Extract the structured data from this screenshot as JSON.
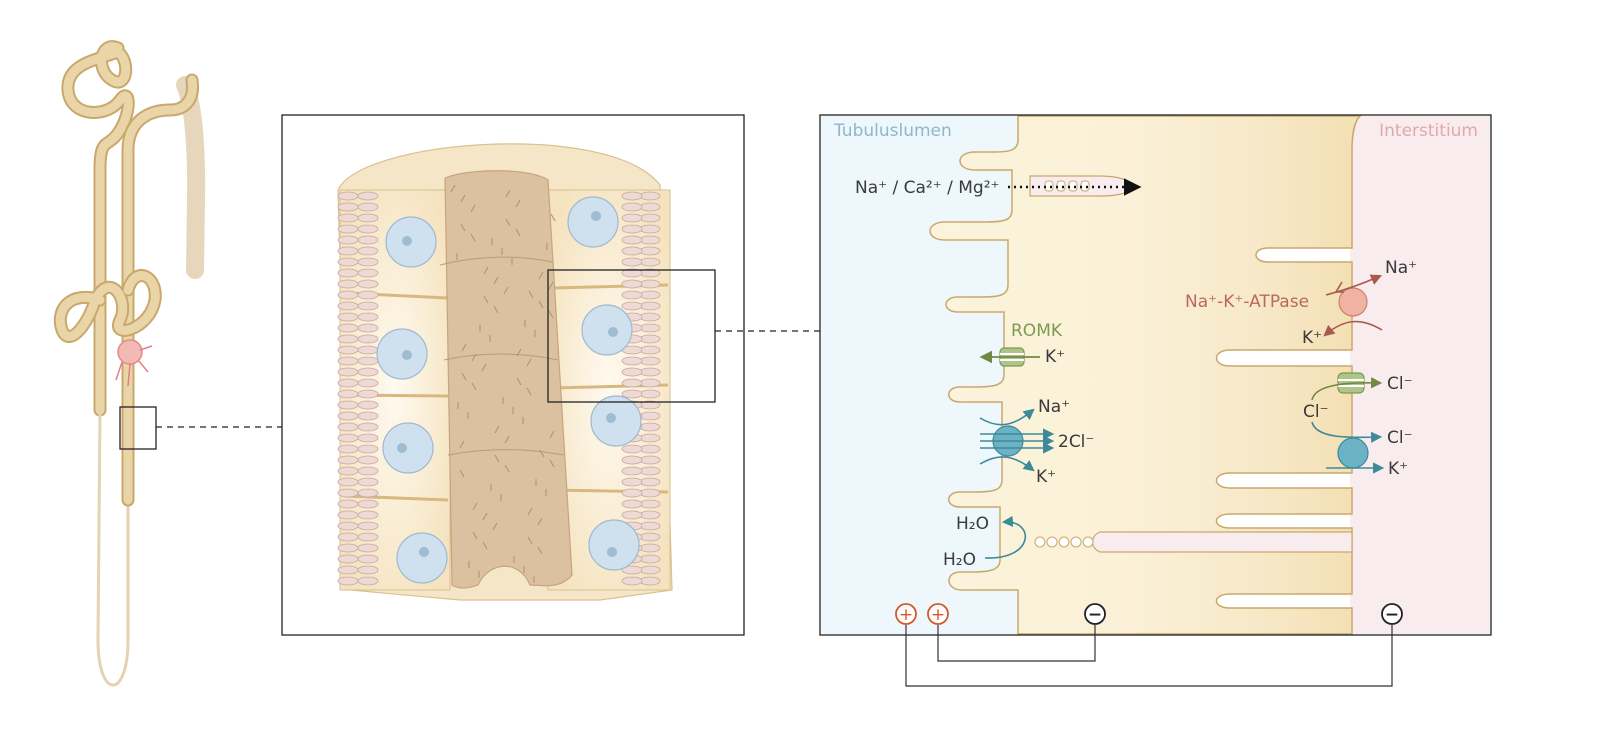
{
  "regions": {
    "lumen": "Tubuluslumen",
    "interstitium": "Interstitium"
  },
  "transporters": {
    "romk": "ROMK",
    "atpase": "Na⁺-K⁺-ATPase"
  },
  "ions": {
    "paracellular": "Na⁺ / Ca²⁺ / Mg²⁺",
    "k_romk": "K⁺",
    "nkcc_na": "Na⁺",
    "nkcc_cl": "2Cl⁻",
    "nkcc_k": "K⁺",
    "atp_na": "Na⁺",
    "atp_k": "K⁺",
    "cl_in": "Cl⁻",
    "cl_out_top": "Cl⁻",
    "cl_out_bottom": "Cl⁻",
    "k_kcc": "K⁺",
    "h2o_top": "H₂O",
    "h2o_bottom": "H₂O"
  },
  "charges": {
    "plus": "+",
    "minus": "−"
  },
  "colors": {
    "lumen_bg": "#eef7fb",
    "cell_bg": "#f6e6c4",
    "interstitium_bg": "#f8ecee",
    "outline": "#c9a86c",
    "nucleus": "#cfe0ef",
    "romk": "#aec48a",
    "nkcc": "#6bb3c4",
    "atpase": "#f0b2a2",
    "plus_charge": "#d45a2a",
    "minus_charge": "#222222"
  }
}
